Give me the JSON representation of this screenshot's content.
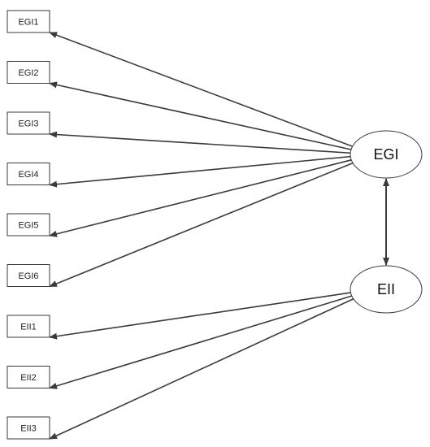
{
  "diagram": {
    "latents": [
      {
        "id": "EGI",
        "label": "EGI"
      },
      {
        "id": "EII",
        "label": "EII"
      }
    ],
    "indicators": [
      {
        "id": "EGI1",
        "label": "EGI1",
        "factor": "EGI"
      },
      {
        "id": "EGI2",
        "label": "EGI2",
        "factor": "EGI"
      },
      {
        "id": "EGI3",
        "label": "EGI3",
        "factor": "EGI"
      },
      {
        "id": "EGI4",
        "label": "EGI4",
        "factor": "EGI"
      },
      {
        "id": "EGI5",
        "label": "EGI5",
        "factor": "EGI"
      },
      {
        "id": "EGI6",
        "label": "EGI6",
        "factor": "EGI"
      },
      {
        "id": "EII1",
        "label": "EII1",
        "factor": "EII"
      },
      {
        "id": "EII2",
        "label": "EII2",
        "factor": "EII"
      },
      {
        "id": "EII3",
        "label": "EII3",
        "factor": "EII"
      }
    ],
    "covariances": [
      {
        "from": "EGI",
        "to": "EII"
      }
    ],
    "colors": {
      "stroke": "#3a3a3a",
      "background": "#ffffff"
    }
  }
}
